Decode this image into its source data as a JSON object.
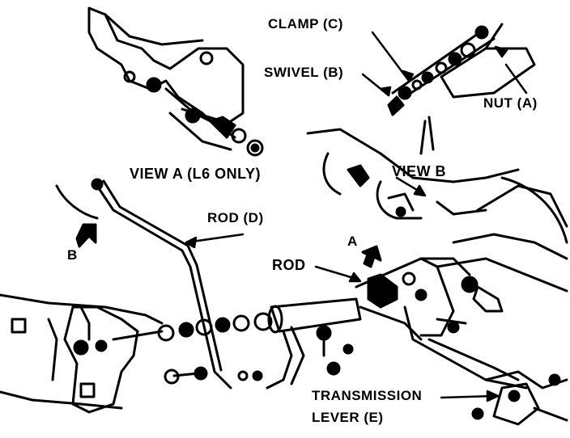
{
  "labels": {
    "clamp": "CLAMP (C)",
    "swivel": "SWIVEL (B)",
    "nut": "NUT (A)",
    "view_a": "VIEW A (L6 ONLY)",
    "view_b": "VIEW B",
    "rod_d": "ROD (D)",
    "rod": "ROD",
    "arrow_a": "A",
    "arrow_b": "B",
    "transmission_line1": "TRANSMISSION",
    "transmission_line2": "LEVER (E)"
  },
  "colors": {
    "ink": "#000000",
    "paper": "#ffffff"
  }
}
